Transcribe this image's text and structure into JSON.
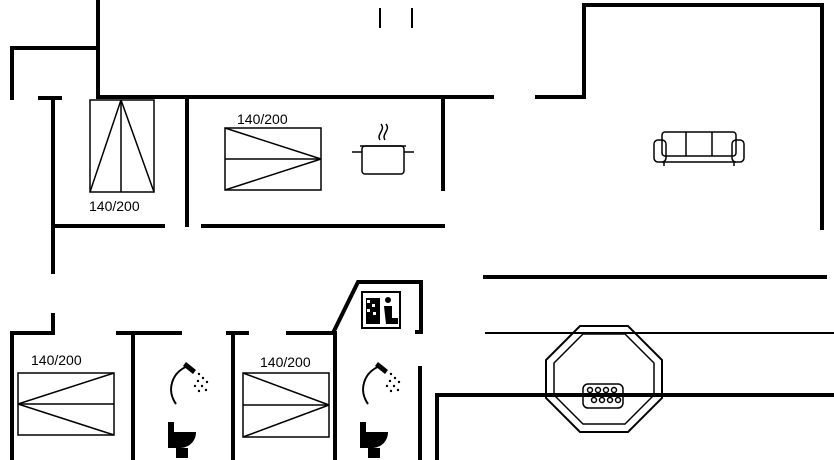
{
  "floorplan": {
    "bed_labels": [
      "140/200",
      "140/200",
      "140/200",
      "140/200"
    ],
    "rooms": [
      "bedroom",
      "bedroom",
      "kitchen",
      "living-room",
      "bedroom",
      "bathroom",
      "bedroom",
      "bathroom",
      "sauna",
      "whirlpool"
    ],
    "icons": [
      "bed-icon",
      "pot-icon",
      "sofa-icon",
      "shower-icon",
      "toilet-icon",
      "sauna-icon",
      "whirlpool-icon"
    ],
    "colors": {
      "walls": "#000000",
      "background": "#ffffff"
    }
  }
}
